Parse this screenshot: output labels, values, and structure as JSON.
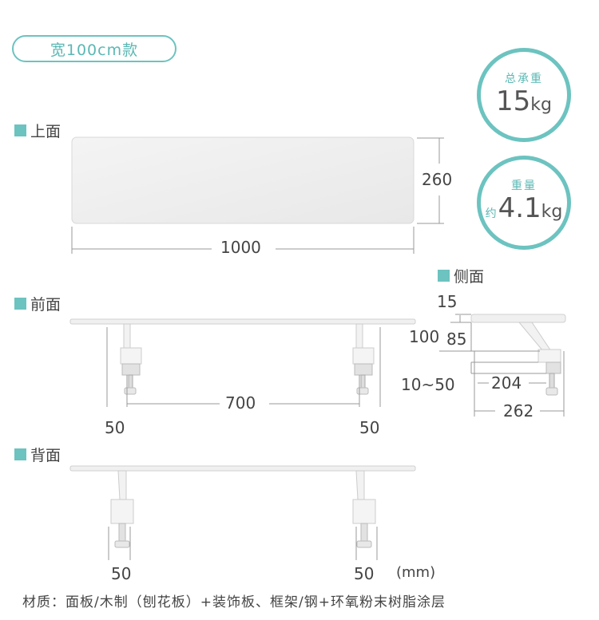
{
  "model_label": "宽100cm款",
  "badges": {
    "load": {
      "label": "总承重",
      "value": "15",
      "unit": "kg"
    },
    "weight": {
      "label": "重量",
      "prefix": "约",
      "value": "4.1",
      "unit": "kg"
    }
  },
  "views": {
    "top": "上面",
    "front": "前面",
    "side": "侧面",
    "back": "背面"
  },
  "dimensions": {
    "top_depth": "260",
    "top_width": "1000",
    "front_span": "700",
    "front_left_offset": "50",
    "front_right_offset": "50",
    "side_thickness": "15",
    "side_height_total": "100",
    "side_height_clamp": "85",
    "side_clamp_range": "10~50",
    "side_inner_depth": "204",
    "side_total_depth": "262",
    "back_left_offset": "50",
    "back_right_offset": "50",
    "unit_note": "(mm)"
  },
  "material": "材质：面板/木制（刨花板）+装饰板、框架/钢+环氧粉末树脂涂层",
  "colors": {
    "accent": "#6cc3c0",
    "line": "#999999"
  }
}
